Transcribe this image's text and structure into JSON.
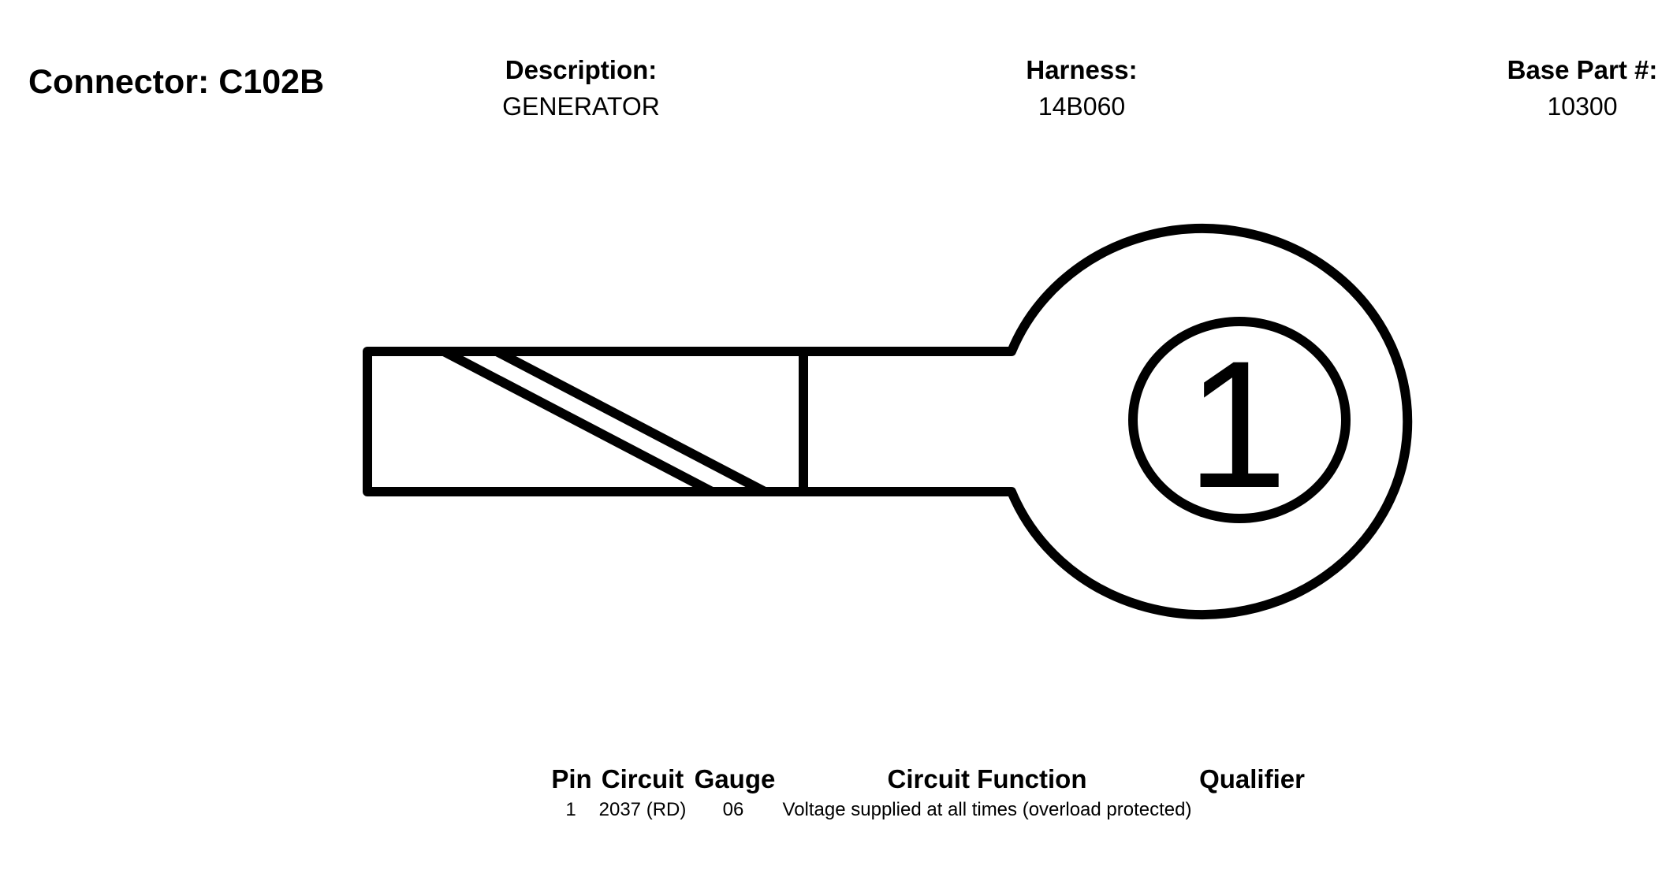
{
  "header": {
    "connector": "Connector: C102B",
    "description_label": "Description:",
    "description_value": "GENERATOR",
    "harness_label": "Harness:",
    "harness_value": "14B060",
    "base_part_label": "Base Part #:",
    "base_part_value": "10300"
  },
  "diagram": {
    "pin_number": "1"
  },
  "pin_table": {
    "headers": {
      "pin": "Pin",
      "circuit": "Circuit",
      "gauge": "Gauge",
      "circuit_function": "Circuit Function",
      "qualifier": "Qualifier"
    },
    "rows": [
      {
        "pin": "1",
        "circuit": "2037 (RD)",
        "gauge": "06",
        "circuit_function": "Voltage supplied at all times (overload protected)",
        "qualifier": ""
      }
    ]
  }
}
